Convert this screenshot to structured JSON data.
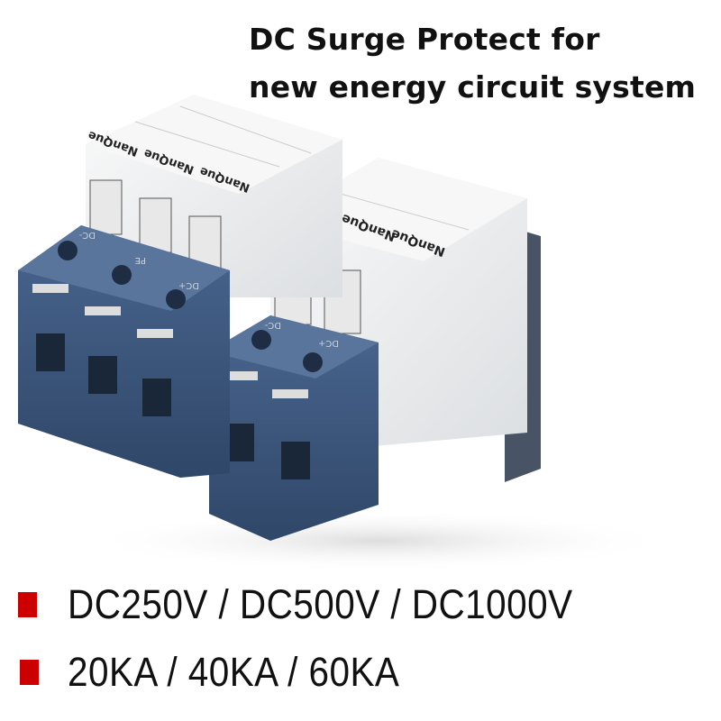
{
  "headline": {
    "line1": "DC Surge Protect for",
    "line2": "new energy circuit system"
  },
  "product_image": {
    "brand_label": "NanQue",
    "terminal_labels_left": [
      "DC-",
      "PE",
      "DC+"
    ],
    "terminal_labels_right": [
      "DC-",
      "DC+"
    ],
    "colors": {
      "base": "#3a5478",
      "module": "#f2f3f4",
      "rail_housing": "#4a5566"
    }
  },
  "specs": [
    {
      "text": "DC250V / DC500V / DC1000V"
    },
    {
      "text": "20KA / 40KA / 60KA"
    }
  ],
  "bullet_color": "#cc0000"
}
